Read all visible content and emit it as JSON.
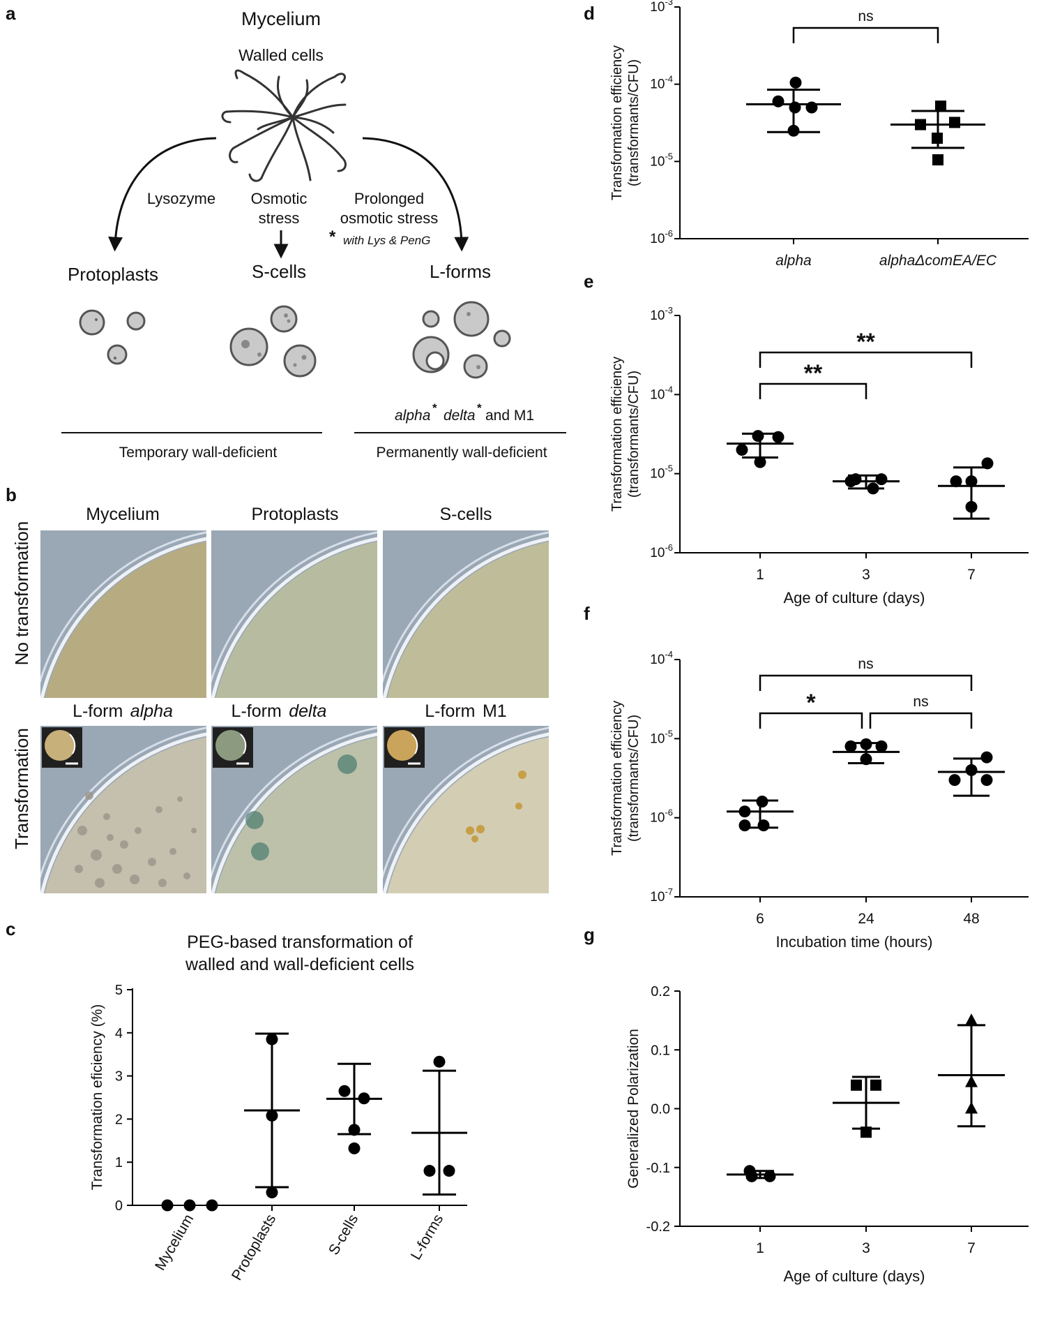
{
  "panel_labels": {
    "a": "a",
    "b": "b",
    "c": "c",
    "d": "d",
    "e": "e",
    "f": "f",
    "g": "g"
  },
  "panel_a": {
    "top_title": "Mycelium",
    "top_subtitle": "Walled cells",
    "arrow_left_label": "Lysozyme",
    "arrow_mid_label_1": "Osmotic",
    "arrow_mid_label_2": "stress",
    "arrow_right_label_1": "Prolonged",
    "arrow_right_label_2": "osmotic stress",
    "asterisk": "*",
    "asterisk_note": "with Lys & PenG",
    "group_left": "Protoplasts",
    "group_mid": "S-cells",
    "group_right": "L-forms",
    "strains_1": "alpha",
    "strains_2": "delta",
    "strains_3": "and M1",
    "bottom_left": "Temporary wall-deficient",
    "bottom_right": "Permanently wall-deficient"
  },
  "panel_b": {
    "col_titles": [
      "Mycelium",
      "Protoplasts",
      "S-cells"
    ],
    "row_label_top": "No transformation",
    "row_label_bottom": "Transformation",
    "lf_prefix": "L-form",
    "lf_alpha": "alpha",
    "lf_delta": "delta",
    "lf_m1": "M1",
    "plate_colors": {
      "myc": "#b7ab82",
      "proto": "#b7bca0",
      "scell": "#bfbd99",
      "alpha": "#c5bfae",
      "delta": "#bdc1aa",
      "m1": "#d3cdb3"
    }
  },
  "chart_data": [
    {
      "panel": "c",
      "type": "scatter",
      "title": "PEG-based transformation of walled and wall-deficient cells",
      "title_line1": "PEG-based transformation of",
      "title_line2": "walled and wall-deficient cells",
      "xlabel": "",
      "ylabel": "Transformation eficiency (%)",
      "categories": [
        "Mycelium",
        "Protoplasts",
        "S-cells",
        "L-forms"
      ],
      "ylim": [
        0,
        5
      ],
      "yticks": [
        0,
        1,
        2,
        3,
        4,
        5
      ],
      "points": [
        [
          0,
          0,
          0
        ],
        [
          3.85,
          2.08,
          0.3
        ],
        [
          2.65,
          2.48,
          1.75,
          1.32
        ],
        [
          3.33,
          0.8,
          0.8
        ]
      ],
      "mean": [
        0,
        2.2,
        2.47,
        1.68
      ],
      "sd_upper": [
        0,
        3.98,
        3.28,
        3.12
      ],
      "sd_lower": [
        0,
        0.42,
        1.65,
        0.25
      ],
      "marker": "circle"
    },
    {
      "panel": "d",
      "type": "scatter",
      "yscale": "log",
      "ylabel_line1": "Transformation efficiency",
      "ylabel_line2": "(transformants/CFU)",
      "xlabel": "",
      "categories": [
        "alpha",
        "alphaΔcomEA/EC"
      ],
      "category_italic": true,
      "ylim": [
        1e-06,
        0.001
      ],
      "yticks": [
        "10-6",
        "10-5",
        "10-4",
        "10-3"
      ],
      "points": [
        [
          0.000105,
          6e-05,
          5e-05,
          5e-05,
          2.5e-05
        ],
        [
          5.2e-05,
          3.2e-05,
          3e-05,
          2e-05,
          1.05e-05
        ]
      ],
      "markers": [
        "circle",
        "square"
      ],
      "mean": [
        5.5e-05,
        3e-05
      ],
      "sd_upper": [
        8.5e-05,
        4.5e-05
      ],
      "sd_lower": [
        2.4e-05,
        1.5e-05
      ],
      "significance": [
        {
          "from": 0,
          "to": 1,
          "label": "ns"
        }
      ]
    },
    {
      "panel": "e",
      "type": "scatter",
      "yscale": "log",
      "ylabel_line1": "Transformation efficiency",
      "ylabel_line2": "(transformants/CFU)",
      "xlabel": "Age of culture (days)",
      "categories": [
        "1",
        "3",
        "7"
      ],
      "ylim": [
        1e-06,
        0.001
      ],
      "yticks": [
        "10-6",
        "10-5",
        "10-4",
        "10-3"
      ],
      "points": [
        [
          3e-05,
          2.9e-05,
          2e-05,
          1.4e-05
        ],
        [
          8.5e-06,
          8.5e-06,
          8e-06,
          6.5e-06
        ],
        [
          1.35e-05,
          8e-06,
          8e-06,
          3.8e-06
        ]
      ],
      "marker": "circle",
      "mean": [
        2.4e-05,
        8e-06,
        7e-06
      ],
      "sd_upper": [
        3.2e-05,
        9.5e-06,
        1.2e-05
      ],
      "sd_lower": [
        1.6e-05,
        6.5e-06,
        2.7e-06
      ],
      "significance": [
        {
          "from": 0,
          "to": 1,
          "label": "**"
        },
        {
          "from": 0,
          "to": 2,
          "label": "**"
        }
      ]
    },
    {
      "panel": "f",
      "type": "scatter",
      "yscale": "log",
      "ylabel_line1": "Transformation efficiency",
      "ylabel_line2": "(transformants/CFU)",
      "xlabel": "Incubation time (hours)",
      "categories": [
        "6",
        "24",
        "48"
      ],
      "ylim": [
        1e-07,
        0.0001
      ],
      "yticks": [
        "10-7",
        "10-6",
        "10-5",
        "10-4"
      ],
      "points": [
        [
          1.6e-06,
          1.2e-06,
          8e-07,
          8e-07
        ],
        [
          8.5e-06,
          8e-06,
          8e-06,
          5.5e-06
        ],
        [
          5.8e-06,
          4e-06,
          3e-06,
          3e-06
        ]
      ],
      "marker": "circle",
      "mean": [
        1.2e-06,
        6.8e-06,
        3.8e-06
      ],
      "sd_upper": [
        1.65e-06,
        8.8e-06,
        5.6e-06
      ],
      "sd_lower": [
        7.5e-07,
        4.9e-06,
        1.9e-06
      ],
      "significance": [
        {
          "from": 0,
          "to": 1,
          "label": "*"
        },
        {
          "from": 1,
          "to": 2,
          "label": "ns"
        },
        {
          "from": 0,
          "to": 2,
          "label": "ns"
        }
      ]
    },
    {
      "panel": "g",
      "type": "scatter",
      "ylabel": "Generalized Polarization",
      "xlabel": "Age of culture (days)",
      "categories": [
        "1",
        "3",
        "7"
      ],
      "ylim": [
        -0.2,
        0.2
      ],
      "yticks": [
        "-0.2",
        "-0.1",
        "0.0",
        "0.1",
        "0.2"
      ],
      "points": [
        [
          -0.106,
          -0.115,
          -0.115
        ],
        [
          0.04,
          0.04,
          -0.04
        ],
        [
          0.15,
          0.045,
          0.0
        ]
      ],
      "markers": [
        "circle",
        "square",
        "triangle"
      ],
      "mean": [
        -0.112,
        0.01,
        0.057
      ],
      "sd_upper": [
        -0.106,
        0.054,
        0.142
      ],
      "sd_lower": [
        -0.118,
        -0.034,
        -0.03
      ]
    }
  ]
}
